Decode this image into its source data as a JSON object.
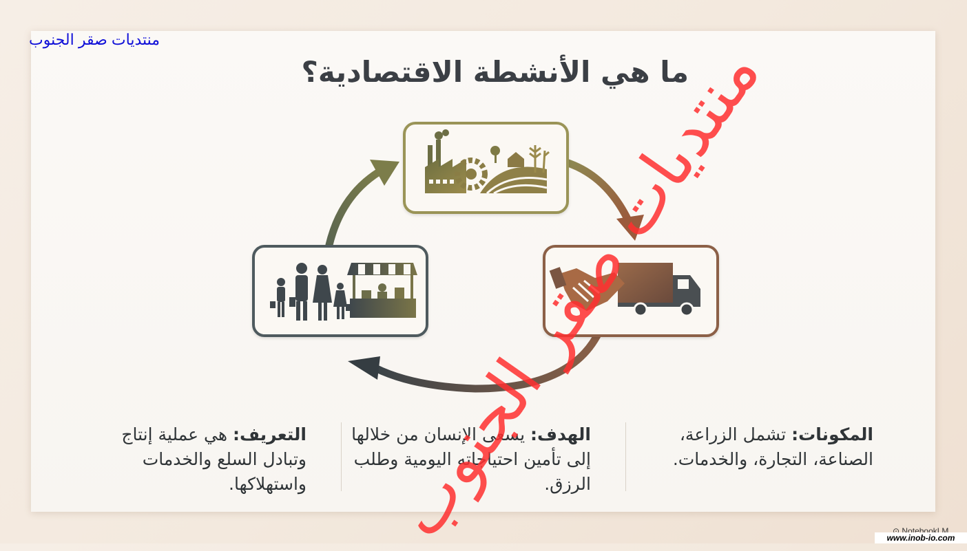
{
  "forum_label": "منتديات صقر الجنوب",
  "title": "ما هي الأنشطة الاقتصادية؟",
  "watermark": "منتديات صقر الجنوب",
  "columns": [
    {
      "label": "المكونات:",
      "text": " تشمل الزراعة، الصناعة، التجارة، والخدمات."
    },
    {
      "label": "الهدف:",
      "text": " يسعى الإنسان من خلالها إلى تأمين احتياجاته اليومية وطلب الرزق."
    },
    {
      "label": "التعريف:",
      "text": " هي عملية إنتاج وتبادل السلع والخدمات واستهلاكها."
    }
  ],
  "icons": {
    "top": "factory-farm-icon",
    "right": "handshake-truck-icon",
    "left": "family-market-icon"
  },
  "colors": {
    "olive": "#9a9457",
    "brown": "#8c6047",
    "slate": "#4e5a5e"
  },
  "brand": "NotebookLM",
  "site": "www.inob-io.com"
}
